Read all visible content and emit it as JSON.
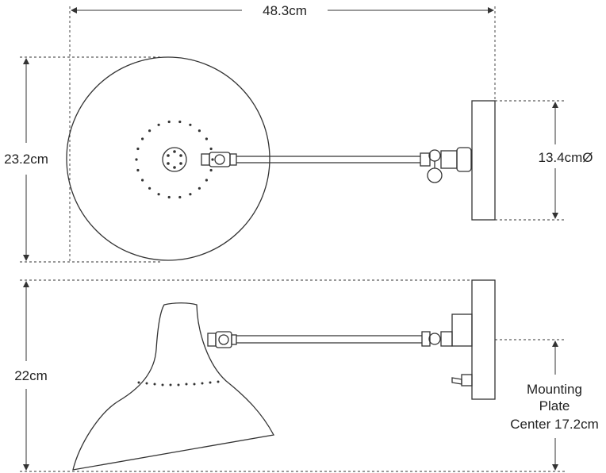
{
  "dimensions": {
    "overall_width": "48.3cm",
    "shade_diameter": "23.2cm",
    "backplate_diameter": "13.4cmØ",
    "overall_height": "22cm",
    "mounting_plate_center_line1": "Mounting",
    "mounting_plate_center_line2": "Plate",
    "mounting_plate_center_line3": "Center 17.2cm"
  }
}
